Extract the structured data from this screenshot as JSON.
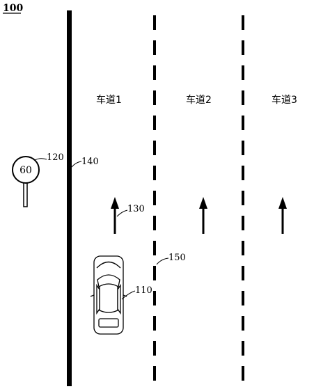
{
  "figure": {
    "number": "100"
  },
  "lanes": [
    {
      "label": "车道1"
    },
    {
      "label": "车道2"
    },
    {
      "label": "车道3"
    }
  ],
  "sign": {
    "value": "60"
  },
  "callouts": {
    "sign": "120",
    "road_edge": "140",
    "arrow": "130",
    "lane_marking": "150",
    "vehicle": "110"
  }
}
